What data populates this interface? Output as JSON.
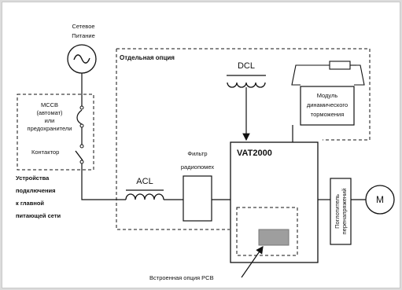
{
  "supply": {
    "line1": "Сетевое",
    "line2": "Питание"
  },
  "optional_box_title": "Отдельная опция",
  "dcl_label": "DCL",
  "brake_module": {
    "line1": "Модуль",
    "line2": "динамического",
    "line3": "торможения"
  },
  "mccb": {
    "line1": "MCCB",
    "line2": "(автомат)",
    "line3": "или",
    "line4": "предохранители"
  },
  "contactor_label": "Контактор",
  "mains_devices": {
    "line1": "Устройства",
    "line2": "подключения",
    "line3": "к главной",
    "line4": "питающей сети"
  },
  "acl_label": "ACL",
  "filter": {
    "line1": "Фильтр",
    "line2": "радиопомех"
  },
  "vat_label": "VAT2000",
  "absorber": {
    "line1": "Поглотитель",
    "line2": "перенапряжений"
  },
  "motor_label": "M",
  "pcb_label": "Встроенная опция PCB",
  "colors": {
    "line": "#111111",
    "pcb_fill": "#9e9e9e",
    "background": "#ffffff"
  }
}
